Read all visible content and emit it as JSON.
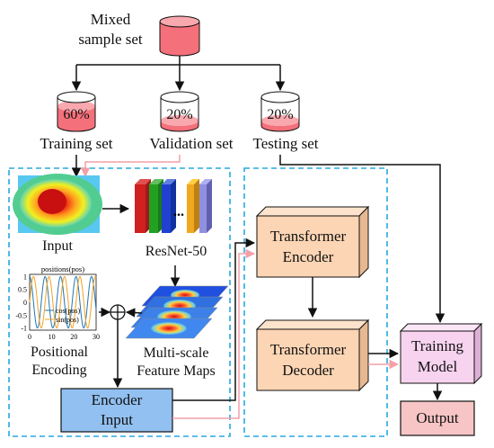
{
  "mixed_label_line1": "Mixed",
  "mixed_label_line2": "sample set",
  "split": {
    "training_pct": "60%",
    "validation_pct": "20%",
    "testing_pct": "20%",
    "training_label": "Training set",
    "validation_label": "Validation set",
    "testing_label": "Testing set"
  },
  "encoder_section": {
    "input_label": "Input",
    "resnet_label": "ResNet-50",
    "resnet_dots": "...",
    "pos_chart_title": "positions(pos)",
    "pos_label_line1": "Positional",
    "pos_label_line2": "Encoding",
    "feature_label_line1": "Multi-scale",
    "feature_label_line2": "Feature Maps",
    "encoder_input_line1": "Encoder",
    "encoder_input_line2": "Input"
  },
  "transformer_section": {
    "encoder_line1": "Transformer",
    "encoder_line2": "Encoder",
    "decoder_line1": "Transformer",
    "decoder_line2": "Decoder"
  },
  "training_model_line1": "Training",
  "training_model_line2": "Model",
  "output_label": "Output",
  "colors": {
    "cylinder_fill": "#f4707a",
    "cylinder_light": "#f9a8ae",
    "transformer_fill": "#fcd5b4",
    "encoder_input_fill": "#92c0f0",
    "training_model_fill": "#f7d3ef",
    "output_fill": "#f7c5c5",
    "dashed_border": "#28a8e0",
    "pink_arrow": "#f4a0a8"
  },
  "chart_data": {
    "type": "line",
    "title": "positions(pos)",
    "xlim": [
      0,
      30
    ],
    "ylim": [
      -1,
      1
    ],
    "x_ticks": [
      0,
      10,
      20,
      30
    ],
    "y_ticks": [
      1,
      0.5,
      0,
      -0.5,
      -1
    ],
    "series": [
      {
        "name": "cos(pos)",
        "color": "#1f77b4",
        "function": "cos"
      },
      {
        "name": "sin(pos)",
        "color": "#f5a020",
        "function": "sin"
      }
    ]
  }
}
